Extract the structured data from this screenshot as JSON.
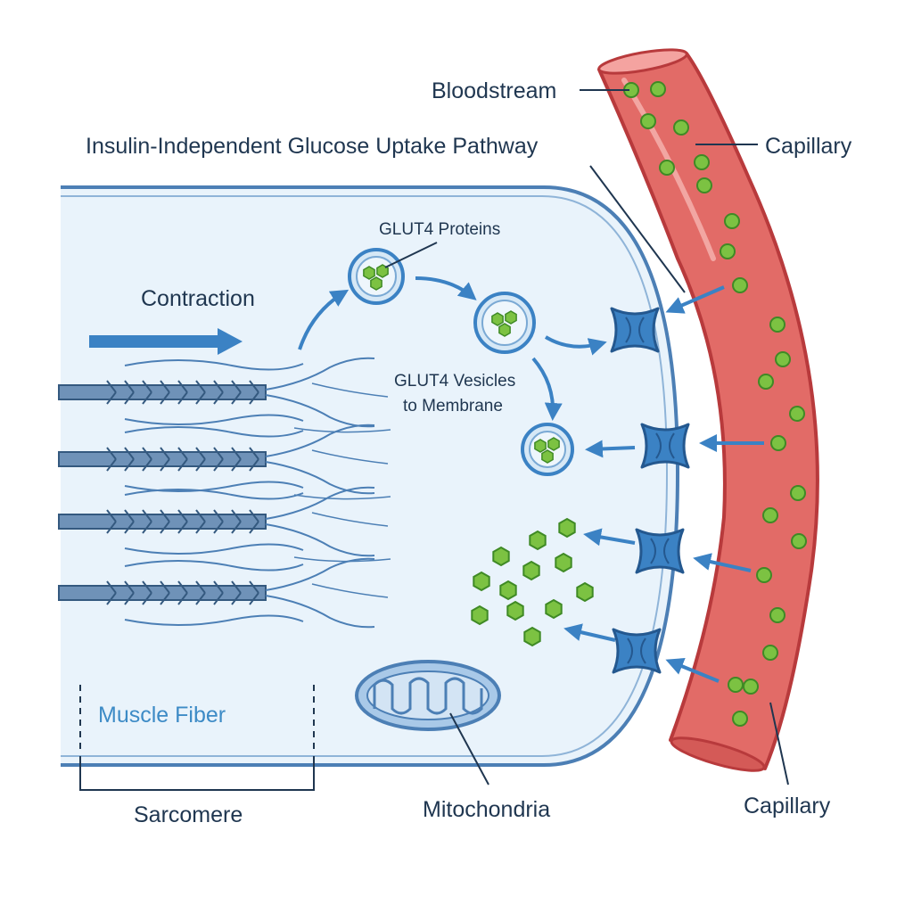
{
  "labels": {
    "bloodstream": "Bloodstream",
    "pathway_title": "Insulin-Independent Glucose Uptake Pathway",
    "capillary_top": "Capillary",
    "glut4_proteins": "GLUT4 Proteins",
    "contraction": "Contraction",
    "glut4_vesicles_line1": "GLUT4 Vesicles",
    "glut4_vesicles_line2": "to Membrane",
    "muscle_fiber": "Muscle Fiber",
    "sarcomere": "Sarcomere",
    "mitochondria": "Mitochondria",
    "capillary_bottom": "Capillary"
  },
  "colors": {
    "cell_fill": "#e9f3fb",
    "membrane": "#4c7fb5",
    "capillary_fill": "#e26b67",
    "capillary_edge": "#b83a3c",
    "glucose": "#7cc242",
    "glut4_transporter": "#3b82c4",
    "arrow": "#3b82c4",
    "text": "#1f3650",
    "muscle_fiber_label": "#3d8bc6"
  },
  "icons": {
    "transporter": "glut4-transporter-icon",
    "vesicle": "glut4-vesicle-icon",
    "glucose": "glucose-molecule-icon",
    "mitochondrion": "mitochondrion-icon"
  }
}
